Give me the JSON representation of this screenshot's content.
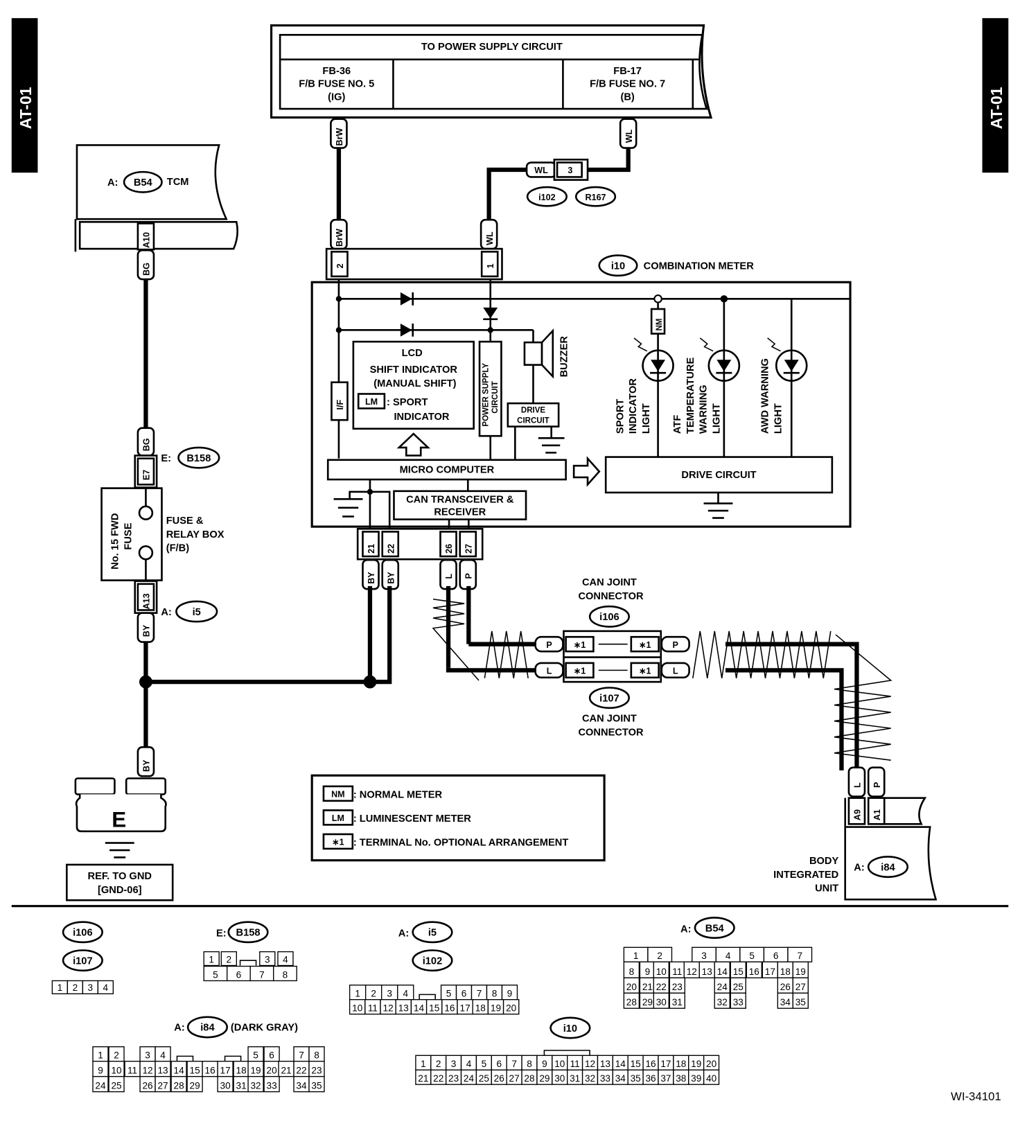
{
  "page": {
    "section_tab": "AT-01",
    "figure_id": "WI-34101"
  },
  "power_supply": {
    "title": "TO POWER SUPPLY CIRCUIT",
    "fuse_left": {
      "line1": "FB-36",
      "line2": "F/B FUSE NO. 5",
      "line3": "(IG)"
    },
    "fuse_right": {
      "line1": "FB-17",
      "line2": "F/B FUSE NO. 7",
      "line3": "(B)"
    }
  },
  "tcm": {
    "prefix": "A:",
    "connector": "B54",
    "name": "TCM",
    "pin": "A10",
    "wire": "BG"
  },
  "fuse_box": {
    "wire_top": "BG",
    "pin_top": "E7",
    "conn_top_prefix": "E:",
    "conn_top": "B158",
    "fuse_line1": "No. 15 FWD",
    "fuse_line2": "FUSE",
    "name_line1": "FUSE &",
    "name_line2": "RELAY BOX",
    "name_line3": "(F/B)",
    "pin_bottom": "A13",
    "conn_bottom_prefix": "A:",
    "conn_bottom": "i5",
    "wire_bottom": "BY"
  },
  "ground": {
    "wire": "BY",
    "letter": "E",
    "ref_line1": "REF. TO GND",
    "ref_line2": "[GND-06]"
  },
  "wires_top": {
    "left_wire": "BrW",
    "right_wire": "WL",
    "junction_wire": "WL",
    "junction_pin": "3",
    "junction_conn_a": "i102",
    "junction_conn_b": "R167"
  },
  "combination_meter": {
    "connector": "i10",
    "name": "COMBINATION METER",
    "pin_left": "2",
    "pin_right": "1",
    "wire_left": "BrW",
    "wire_right": "WL",
    "lcd_title": "LCD",
    "lcd_line1": "SHIFT INDICATOR",
    "lcd_line2": "(MANUAL SHIFT)",
    "lcd_badge": "LM",
    "lcd_line3": ": SPORT",
    "lcd_line4": "INDICATOR",
    "interface": "I/F",
    "power_supply_line1": "POWER SUPPLY",
    "power_supply_line2": "CIRCUIT",
    "buzzer": "BUZZER",
    "drive_small_line1": "DRIVE",
    "drive_small_line2": "CIRCUIT",
    "micro_computer": "MICRO COMPUTER",
    "can_line1": "CAN TRANSCEIVER &",
    "can_line2": "RECEIVER",
    "drive_circuit": "DRIVE CIRCUIT",
    "nm_badge": "NM",
    "lights": [
      {
        "lines": [
          "SPORT",
          "INDICATOR",
          "LIGHT"
        ]
      },
      {
        "lines": [
          "ATF",
          "TEMPERATURE",
          "WARNING",
          "LIGHT"
        ]
      },
      {
        "lines": [
          "AWD WARNING",
          "LIGHT"
        ]
      }
    ],
    "bottom_pins": [
      {
        "pin": "21",
        "wire": "BY"
      },
      {
        "pin": "22",
        "wire": "BY"
      },
      {
        "pin": "26",
        "wire": "L"
      },
      {
        "pin": "27",
        "wire": "P"
      }
    ]
  },
  "can_joint": {
    "upper_label_line1": "CAN JOINT",
    "upper_label_line2": "CONNECTOR",
    "upper_conn": "i106",
    "lower_conn": "i107",
    "lower_label_line1": "CAN JOINT",
    "lower_label_line2": "CONNECTOR",
    "wire_p": "P",
    "wire_l": "L",
    "terminal_mark": "∗1"
  },
  "body_unit": {
    "wire_left": "L",
    "wire_right": "P",
    "pin_left": "A9",
    "pin_right": "A1",
    "name_line1": "BODY",
    "name_line2": "INTEGRATED",
    "name_line3": "UNIT",
    "prefix": "A:",
    "connector": "i84"
  },
  "legend": {
    "items": [
      {
        "badge": "NM",
        "text": ": NORMAL METER"
      },
      {
        "badge": "LM",
        "text": ": LUMINESCENT METER"
      },
      {
        "badge": "∗1",
        "text": ": TERMINAL No. OPTIONAL ARRANGEMENT"
      }
    ]
  },
  "connector_views": {
    "i106": {
      "label": "i106"
    },
    "i107": {
      "label": "i107",
      "pins": [
        "1",
        "2",
        "3",
        "4"
      ]
    },
    "b158": {
      "prefix": "E:",
      "label": "B158",
      "row1": [
        "1",
        "2",
        "3",
        "4"
      ],
      "row2": [
        "5",
        "6",
        "7",
        "8"
      ]
    },
    "i5": {
      "prefix": "A:",
      "label": "i5"
    },
    "i102": {
      "label": "i102",
      "row1": [
        "1",
        "2",
        "3",
        "4",
        "5",
        "6",
        "7",
        "8",
        "9"
      ],
      "row2": [
        "10",
        "11",
        "12",
        "13",
        "14",
        "15",
        "16",
        "17",
        "18",
        "19",
        "20"
      ]
    },
    "b54": {
      "prefix": "A:",
      "label": "B54",
      "row1": [
        "1",
        "2",
        "3",
        "4",
        "5",
        "6",
        "7"
      ],
      "row2": [
        "8",
        "9",
        "10",
        "11",
        "12",
        "13",
        "14",
        "15",
        "16",
        "17",
        "18",
        "19"
      ],
      "row3": [
        "20",
        "21",
        "22",
        "23",
        "24",
        "25",
        "26",
        "27"
      ],
      "row4": [
        "28",
        "29",
        "30",
        "31",
        "32",
        "33",
        "34",
        "35"
      ]
    },
    "i84": {
      "prefix": "A:",
      "label": "i84",
      "note": "(DARK GRAY)",
      "row1": [
        "1",
        "2",
        "3",
        "4",
        "5",
        "6",
        "7",
        "8"
      ],
      "row2": [
        "9",
        "10",
        "11",
        "12",
        "13",
        "14",
        "15",
        "16",
        "17",
        "18",
        "19",
        "20",
        "21",
        "22",
        "23"
      ],
      "row3": [
        "24",
        "25",
        "26",
        "27",
        "28",
        "29",
        "30",
        "31",
        "32",
        "33",
        "34",
        "35"
      ]
    },
    "i10": {
      "label": "i10",
      "row1": [
        "1",
        "2",
        "3",
        "4",
        "5",
        "6",
        "7",
        "8",
        "9",
        "10",
        "11",
        "12",
        "13",
        "14",
        "15",
        "16",
        "17",
        "18",
        "19",
        "20"
      ],
      "row2": [
        "21",
        "22",
        "23",
        "24",
        "25",
        "26",
        "27",
        "28",
        "29",
        "30",
        "31",
        "32",
        "33",
        "34",
        "35",
        "36",
        "37",
        "38",
        "39",
        "40"
      ]
    }
  }
}
